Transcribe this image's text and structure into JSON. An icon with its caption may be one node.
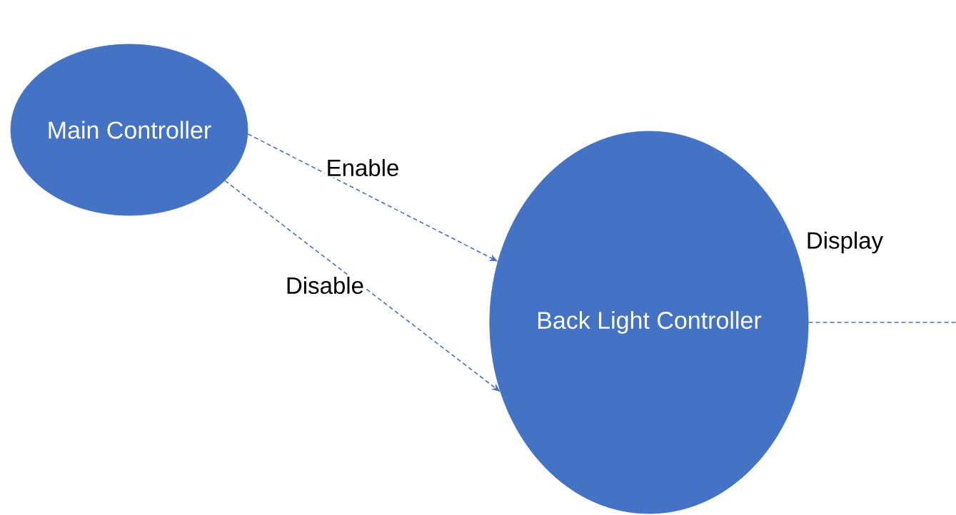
{
  "diagram": {
    "nodes": [
      {
        "text": [
          "Main Controller"
        ]
      },
      {
        "text": [
          "Back Light Controller"
        ]
      }
    ],
    "edges": [
      {
        "from": 0,
        "to": 1,
        "arrow": "to",
        "label": "Enable",
        "style": "dashed"
      },
      {
        "from": 0,
        "to": 1,
        "arrow": "to",
        "label": "Disable",
        "style": "dashed"
      },
      {
        "from": 1,
        "to": null,
        "arrow": "none",
        "label": "Display",
        "style": "dashed"
      }
    ]
  }
}
